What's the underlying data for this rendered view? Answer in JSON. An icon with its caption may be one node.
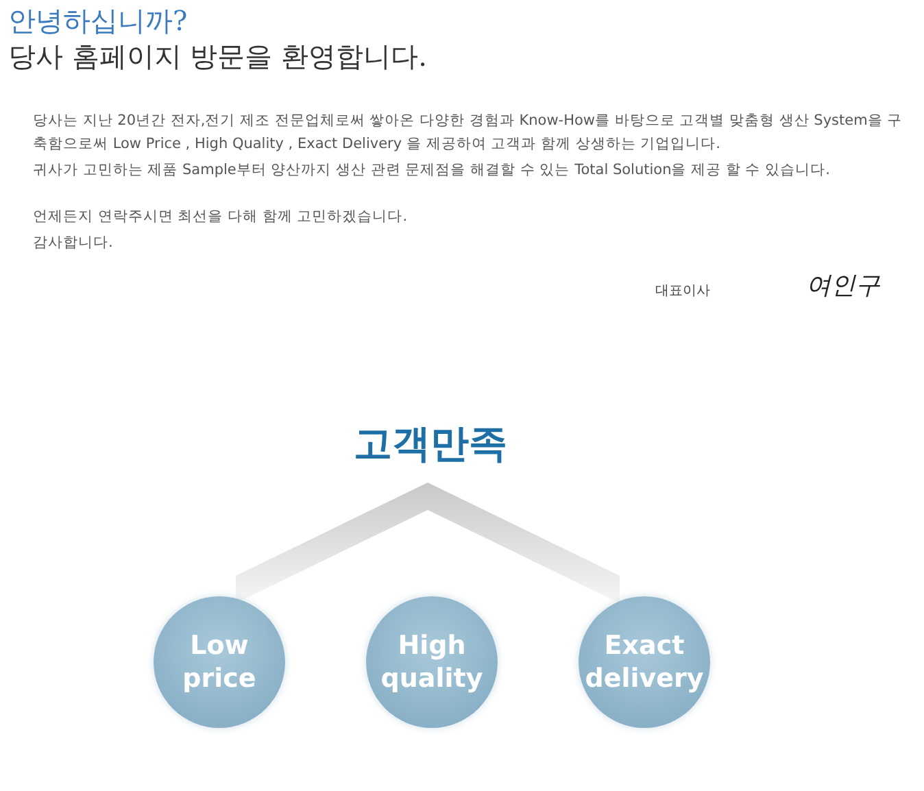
{
  "diagram": {
    "title": "안녕하십니까?",
    "nodes": [
      {
        "text": [
          "Low price"
        ]
      },
      {
        "text": [
          "High quality"
        ]
      },
      {
        "text": [
          "Exact delivery"
        ]
      }
    ],
    "labels": [
      "당사 홈페이지 방문을 환영합니다.",
      "당사는 지난 20년간 전자,전기 제조 전문업체로써 쌓아온 다양한 경험과 Know-How를 바탕으로 고객별 맞춤형 생산 System을 구축함으로써 Low Price , High Quality , Exact Delivery 을 제공하여 고객과 함께 상생하는 기업입니다.",
      "귀사가 고민하는 제품 Sample부터 양산까지 생산 관련 문제점을 해결할 수 있는 Total Solution을 제공 할 수 있습니다.",
      "언제든지 연락주시면 최선을 다해 함께 고민하겠습니다.",
      "감사합니다.",
      "대표이사",
      "여인구",
      "고객만족"
    ]
  }
}
